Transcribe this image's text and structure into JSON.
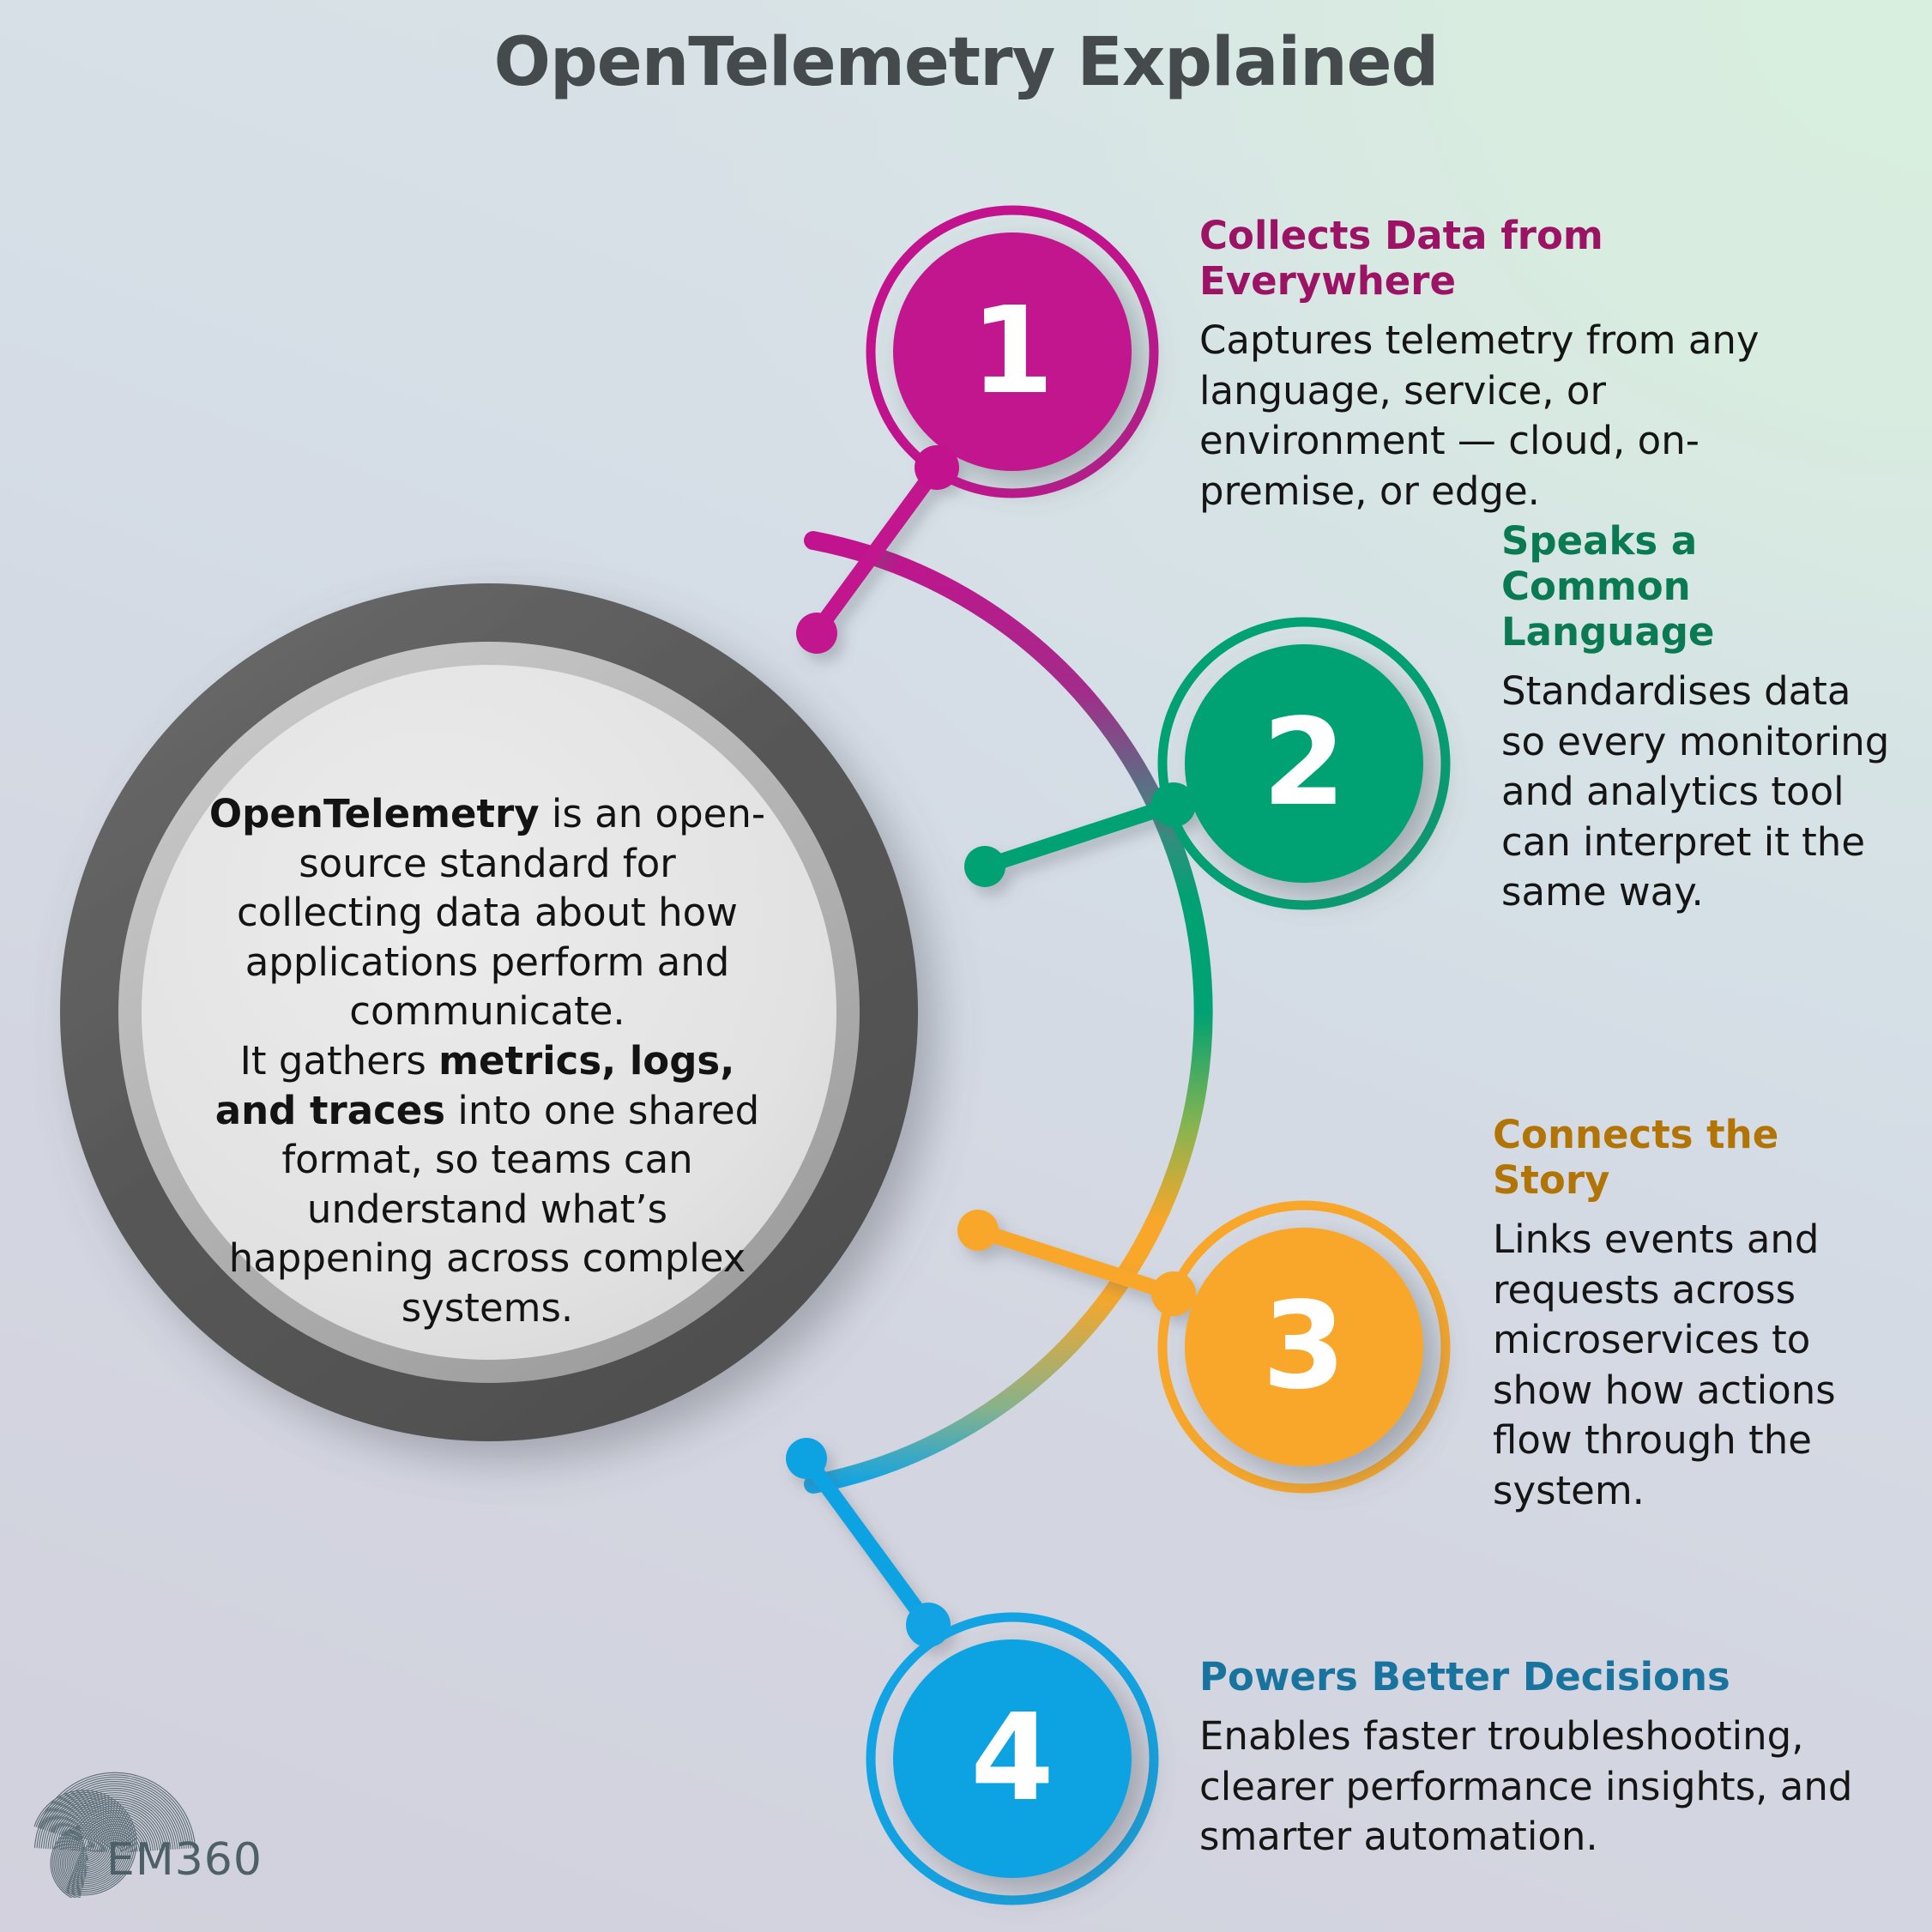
{
  "page": {
    "title": "OpenTelemetry Explained",
    "bg_top_right": "#d8eede",
    "bg_bottom_left": "#d2d1dd",
    "title_color": "#454a4d"
  },
  "center": {
    "para1_strong": "OpenTelemetry",
    "para1_rest": " is an open-source standard for collecting data about how applications perform and communicate.",
    "para2_pre": "It gathers ",
    "para2_strong": "metrics, logs, and traces",
    "para2_rest": " into one shared format, so teams can understand what’s happening across complex systems.",
    "ring_outer_color": "#5c5c5c",
    "ring_mid_color": "#b4b4b4",
    "disc_color": "#e2e2e2"
  },
  "steps": [
    {
      "number": "1",
      "heading": "Collects Data from Everywhere",
      "body": "Captures telemetry from any language, service, or environment — cloud, on-premise, or edge.",
      "color": "#c2128e",
      "heading_color": "#9c1264"
    },
    {
      "number": "2",
      "heading": "Speaks a Common Language",
      "body": "Standardises data so every monitoring and analytics tool can interpret it the same way.",
      "color": "#00a173",
      "heading_color": "#0a7a53"
    },
    {
      "number": "3",
      "heading": "Connects the Story",
      "body": "Links events and requests across microservices to show how actions flow through the system.",
      "color": "#f8a72a",
      "heading_color": "#b27505"
    },
    {
      "number": "4",
      "heading": "Powers Better Decisions",
      "body": "Enables faster troubleshooting, clearer performance insights, and smarter automation.",
      "color": "#11a3e3",
      "heading_color": "#18749e"
    }
  ],
  "logo": {
    "name": "EM360",
    "color": "#4d6068"
  }
}
